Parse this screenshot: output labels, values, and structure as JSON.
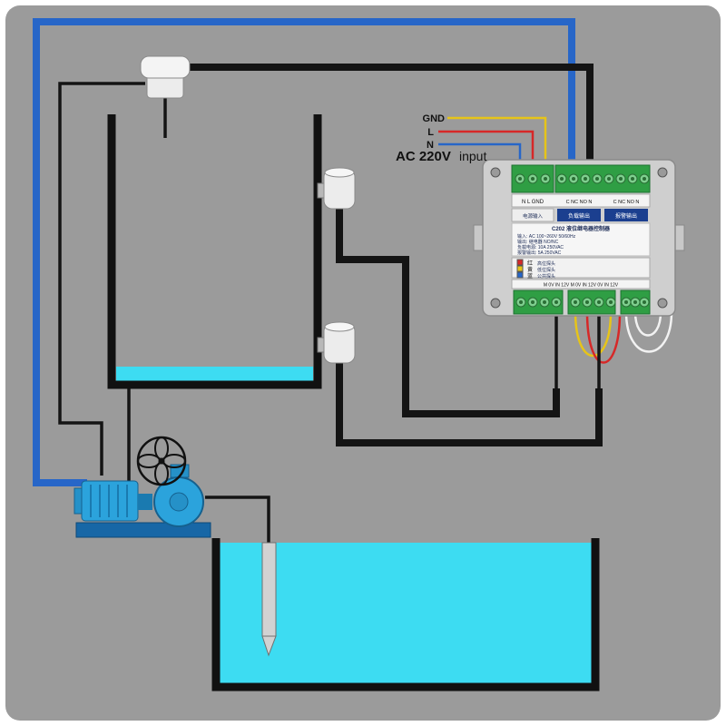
{
  "colors": {
    "background": "#9b9b9b",
    "water": "#3ddcf2",
    "wire_blue": "#2766c8",
    "wire_black": "#141414",
    "wire_red": "#d62828",
    "wire_yellow": "#e6c419",
    "wire_white": "#f2f2f2",
    "pump_blue": "#2ba3dc",
    "pcb_green": "#2f9e44"
  },
  "power": {
    "gnd": "GND",
    "line": "L",
    "neutral": "N",
    "ac_bold": "AC 220V",
    "ac_rest": "input"
  },
  "controller": {
    "title": "C202 液位继电器控制器",
    "input_terms": "N L GND",
    "input_caption": "电源输入",
    "relay_terms": "C NC NO N",
    "alarm_terms": "C NC NO N",
    "relay_caption": "负载输出",
    "alarm_caption": "报警输出",
    "spec_lines": [
      "输入: AC 100~260V 50/60Hz",
      "输出: 继电器 NO/NC",
      "负载电源: 10A 250VAC",
      "报警输出: 5A 250VAC"
    ],
    "probe_rows": [
      {
        "color": "#d62828",
        "name": "红",
        "label": "高位探头"
      },
      {
        "color": "#e6c419",
        "name": "黄",
        "label": "低位探头"
      },
      {
        "color": "#2766c8",
        "name": "蓝",
        "label": "公共探头"
      }
    ],
    "bottom_terms": "M 0V IN 12V   M 0V IN 12V   0V IN 12V"
  }
}
